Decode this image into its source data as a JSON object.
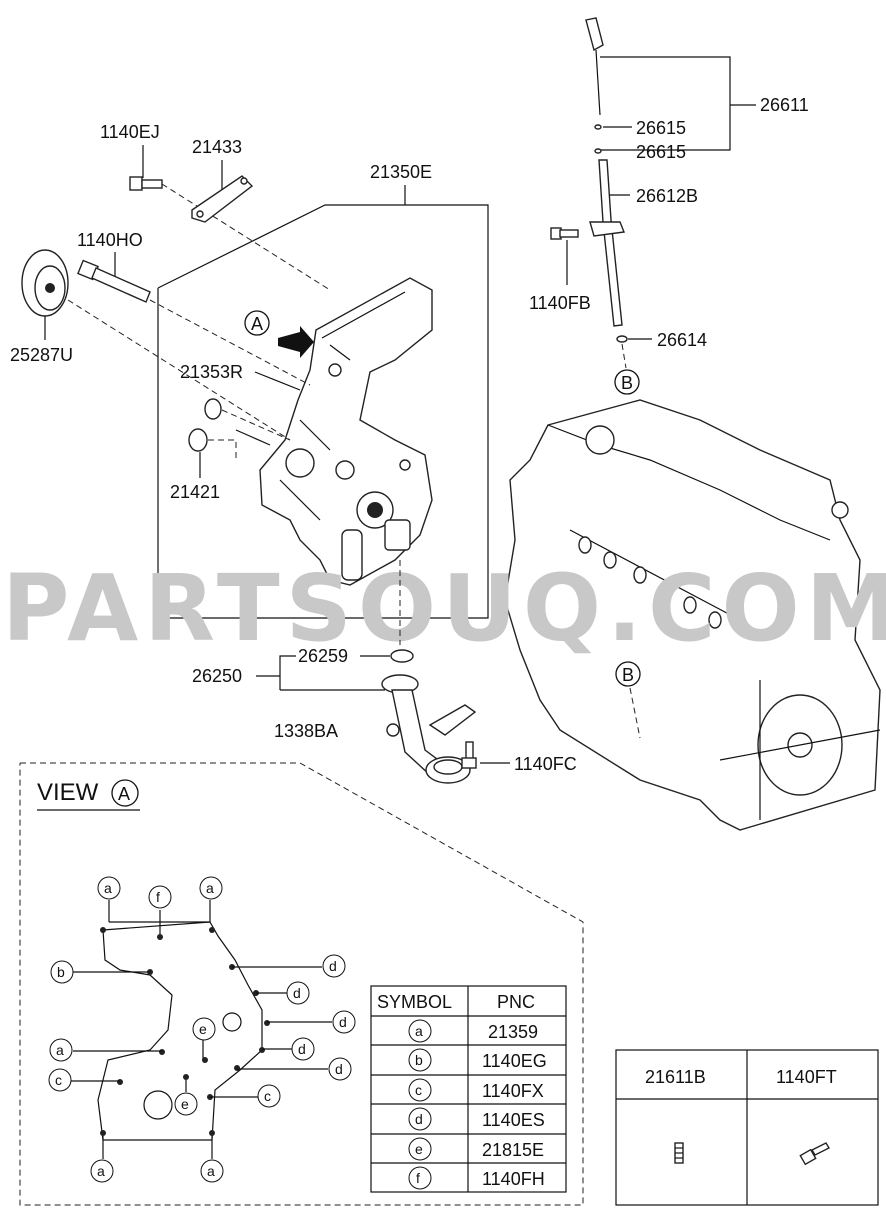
{
  "watermark": "PARTSOUQ.COM",
  "callouts": {
    "p1140EJ": "1140EJ",
    "p21433": "21433",
    "p21350E": "21350E",
    "p1140HO": "1140HO",
    "p25287U": "25287U",
    "p21353R": "21353R",
    "p21421": "21421",
    "p26611": "26611",
    "p26615a": "26615",
    "p26615b": "26615",
    "p26612B": "26612B",
    "p1140FB": "1140FB",
    "p26614": "26614",
    "p26250": "26250",
    "p26259": "26259",
    "p1338BA": "1338BA",
    "p1140FC": "1140FC"
  },
  "markers": {
    "A": "A",
    "B": "B"
  },
  "view": {
    "title": "VIEW",
    "ref": "A"
  },
  "symbol_letters": {
    "a": "a",
    "b": "b",
    "c": "c",
    "d": "d",
    "e": "e",
    "f": "f"
  },
  "symbol_table": {
    "header_symbol": "SYMBOL",
    "header_pnc": "PNC",
    "rows": [
      {
        "symbol": "a",
        "pnc": "21359"
      },
      {
        "symbol": "b",
        "pnc": "1140EG"
      },
      {
        "symbol": "c",
        "pnc": "1140FX"
      },
      {
        "symbol": "d",
        "pnc": "1140ES"
      },
      {
        "symbol": "e",
        "pnc": "21815E"
      },
      {
        "symbol": "f",
        "pnc": "1140FH"
      }
    ]
  },
  "extra_table": {
    "col1": "21611B",
    "col2": "1140FT"
  }
}
